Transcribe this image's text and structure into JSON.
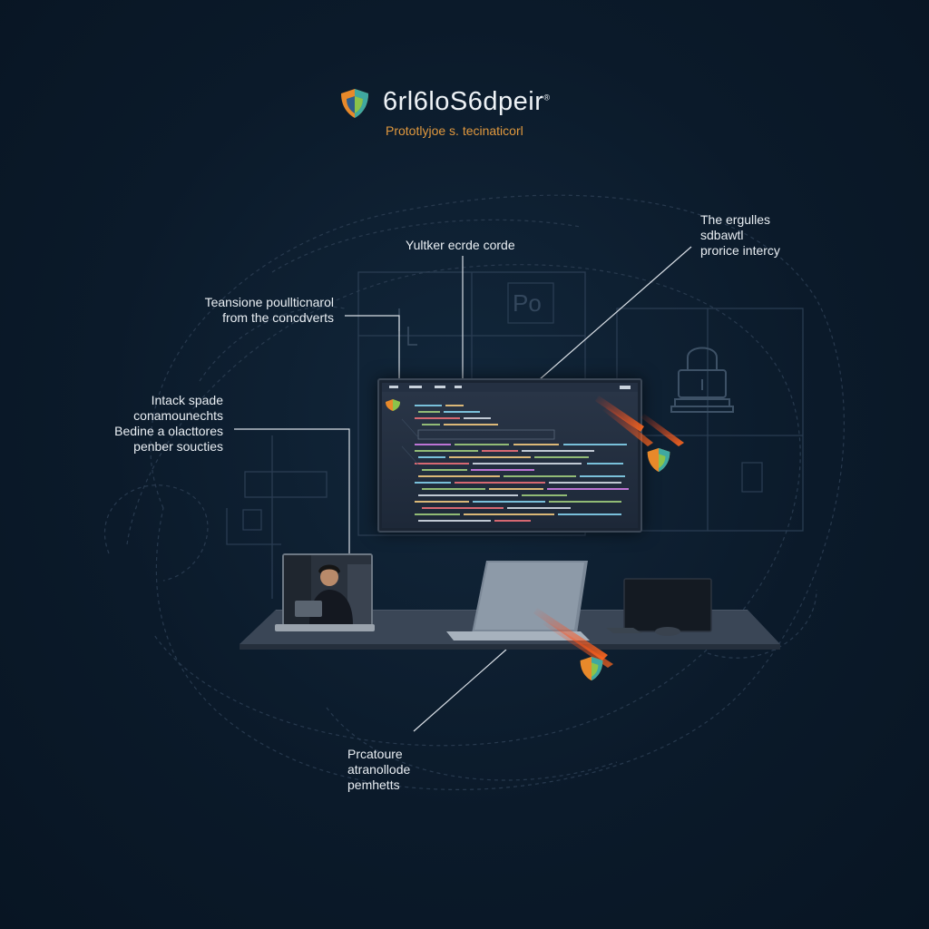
{
  "brand": {
    "name": "6rl6loS6dpeir",
    "mark": "®",
    "tagline": "Prototlyjoe s. tecinaticorl"
  },
  "callouts": {
    "top_center": [
      "Yultker ecrde corde"
    ],
    "top_right": [
      "The ergulles",
      "sdbawtl",
      "prorice intercy"
    ],
    "left_upper": [
      "Teansione poullticnarol",
      "from the concdverts"
    ],
    "left_middle": [
      "Intack spade",
      "conamounechts",
      "Bedine a olacttores",
      "penber soucties"
    ],
    "bottom": [
      "Prcatoure",
      "atranollode",
      "pemhetts"
    ]
  },
  "icons": [
    "shield-logo-icon",
    "shield-icon",
    "lock-icon",
    "lightning-icon"
  ],
  "colors": {
    "background": "#0b1a2a",
    "tagline": "#e0983e",
    "text": "#e9eef3",
    "accent_red": "#ff5a1f"
  }
}
